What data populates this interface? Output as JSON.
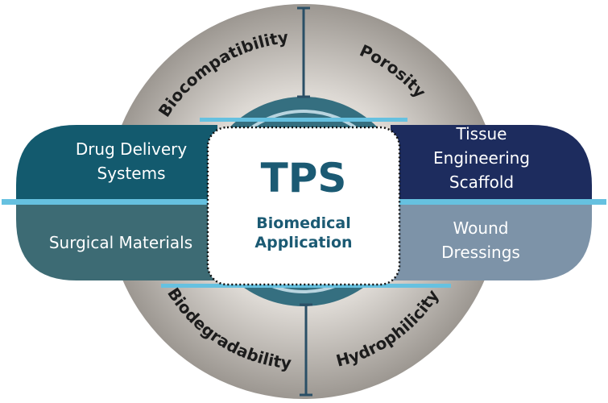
{
  "center": {
    "title": "TPS",
    "subtitle_line1": "Biomedical",
    "subtitle_line2": "Application"
  },
  "properties": {
    "top_left": "Biocompatibility",
    "top_right": "Porosity",
    "bottom_left": "Biodegradability",
    "bottom_right": "Hydrophilicity"
  },
  "applications": {
    "drug_delivery": {
      "line1": "Drug Delivery",
      "line2": "Systems"
    },
    "tissue_engineering": {
      "line1": "Tissue",
      "line2": "Engineering",
      "line3": "Scaffold"
    },
    "surgical_materials": {
      "line1": "Surgical Materials"
    },
    "wound_dressings": {
      "line1": "Wound",
      "line2": "Dressings"
    }
  },
  "colors": {
    "drug_delivery": "#135a6e",
    "tissue_engineering": "#1d2c5e",
    "surgical_materials": "#3d6b74",
    "wound_dressings": "#7d93a8",
    "accent_line": "#66c1e0",
    "title_text": "#1b5a73",
    "inner_ring": "#356f80",
    "circle_light": "#ece9e5",
    "circle_dark": "#9a958f"
  }
}
